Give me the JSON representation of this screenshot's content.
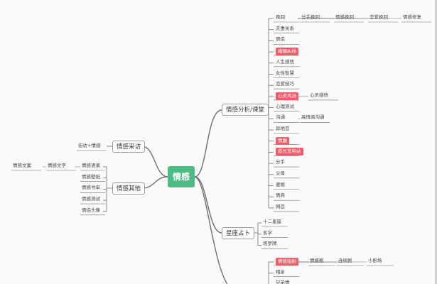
{
  "root": {
    "label": "情感",
    "color": "#4cbc85"
  },
  "highlight_color": "#f25c6a",
  "branches": {
    "analysis": {
      "label": "情感分析/课堂",
      "children": [
        {
          "label": "挽回",
          "extra": [
            "分手挽回",
            "情感挽回",
            "恋爱挽回",
            "情感修复"
          ]
        },
        {
          "label": "夫妻关系"
        },
        {
          "label": "情侣"
        },
        {
          "label": "婚姻纠纷",
          "highlight": true
        },
        {
          "label": "人生感悟"
        },
        {
          "label": "女性智慧"
        },
        {
          "label": "恋爱技巧"
        },
        {
          "label": "心灵鸡汤",
          "highlight": true,
          "extra": [
            "心灵感悟"
          ]
        },
        {
          "label": "心理测试"
        },
        {
          "label": "沟通",
          "extra": [
            "高情商沟通"
          ]
        },
        {
          "label": "异地恋"
        },
        {
          "label": "情趣",
          "highlight": true
        },
        {
          "label": "成长充电站",
          "highlight": true
        },
        {
          "label": "分手"
        },
        {
          "label": "父母"
        },
        {
          "label": "婆媳"
        },
        {
          "label": "情商"
        },
        {
          "label": "网恋"
        }
      ]
    },
    "interview": {
      "label": "情感采访",
      "children": [
        {
          "label": "街访+情感"
        }
      ]
    },
    "other": {
      "label": "情感其他",
      "children": [
        {
          "label": "情感语录",
          "prefix": [
            "情感文案",
            "情感文字"
          ]
        },
        {
          "label": "情感壁纸"
        },
        {
          "label": "情感书单"
        },
        {
          "label": "情感测试"
        },
        {
          "label": "情侣头像"
        }
      ]
    },
    "zodiac": {
      "label": "星座占卜",
      "children": [
        {
          "label": "十二星座"
        },
        {
          "label": "玄学"
        },
        {
          "label": "塔罗牌"
        }
      ]
    },
    "drama": {
      "children": [
        {
          "label": "情感短剧",
          "highlight": true,
          "extra": [
            "情感剧",
            "连续剧",
            "小剧场"
          ]
        },
        {
          "label": "相亲"
        },
        {
          "label": "兄弟情"
        }
      ]
    }
  }
}
